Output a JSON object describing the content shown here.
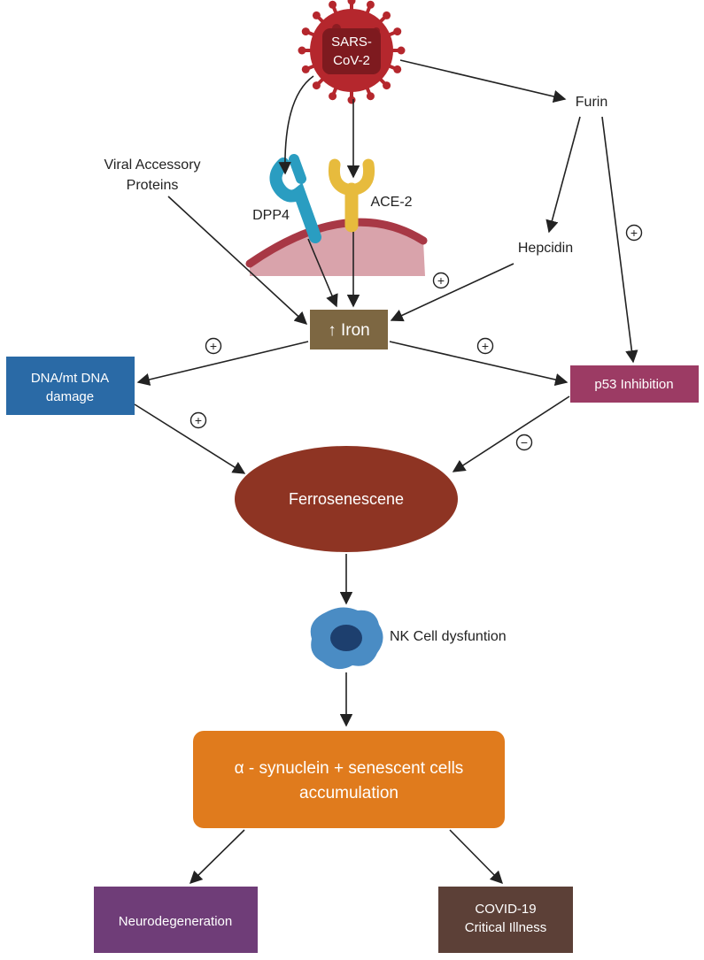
{
  "virus": {
    "label_line1": "SARS-",
    "label_line2": "CoV-2"
  },
  "receptors": {
    "dpp4": "DPP4",
    "ace2": "ACE-2"
  },
  "nodes": {
    "furin": "Furin",
    "viral_accessory_line1": "Viral Accessory",
    "viral_accessory_line2": "Proteins",
    "hepcidin": "Hepcidin",
    "iron": "↑ Iron",
    "dna_line1": "DNA/mt DNA",
    "dna_line2": "damage",
    "p53": "p53 Inhibition",
    "ferrosenescene": "Ferrosenescene",
    "nk": "NK Cell dysfuntion",
    "accum_line1": "α - synuclein + senescent cells",
    "accum_line2": "accumulation",
    "neuro": "Neurodegeneration",
    "covid_line1": "COVID-19",
    "covid_line2": "Critical Illness"
  },
  "signs": {
    "plus": "+",
    "minus": "−"
  },
  "colors": {
    "virus": "#b5272d",
    "dpp4": "#2a9dc1",
    "ace2": "#e7bb3d",
    "membrane_fill": "#d9a3ab",
    "membrane_edge": "#a83845",
    "iron": "#7d6742",
    "dna": "#2a6aa6",
    "p53": "#9c3b64",
    "ferro": "#8e3423",
    "nk": "#4a8cc4",
    "accum": "#e07b1d",
    "neuro": "#6f3d78",
    "covid": "#5c4037"
  }
}
